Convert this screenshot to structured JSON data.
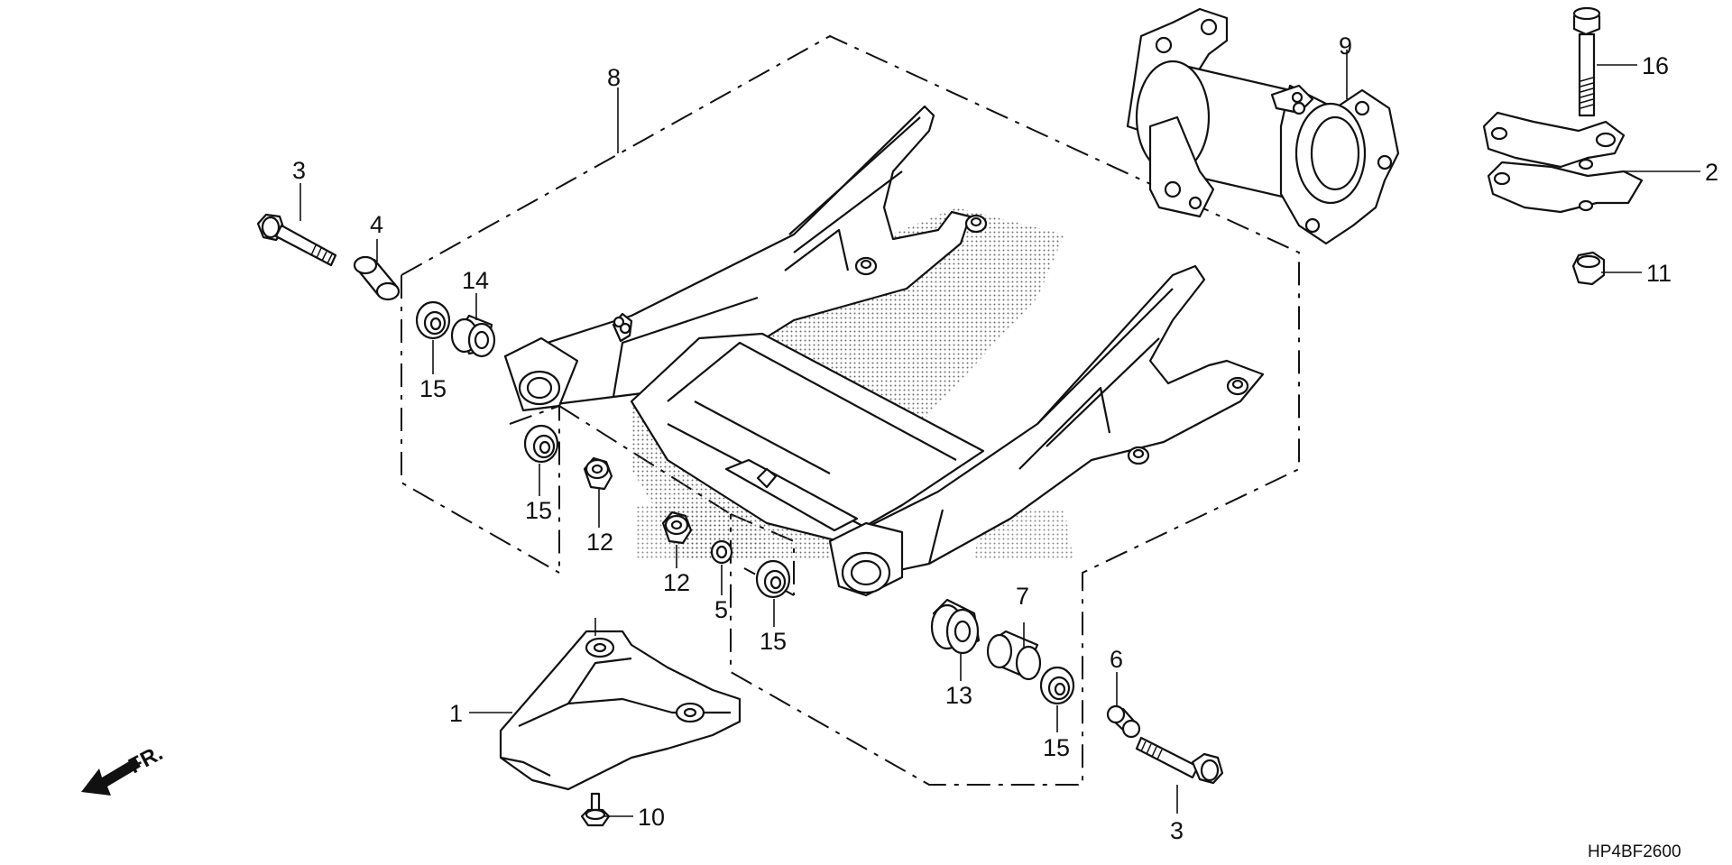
{
  "diagram_code": "HP4BF2600",
  "direction_label": "FR.",
  "callouts": {
    "c1": "1",
    "c2": "2",
    "c3a": "3",
    "c3b": "3",
    "c4": "4",
    "c5": "5",
    "c6": "6",
    "c7": "7",
    "c8": "8",
    "c9": "9",
    "c10": "10",
    "c11": "11",
    "c12a": "12",
    "c12b": "12",
    "c13": "13",
    "c14": "14",
    "c15a": "15",
    "c15b": "15",
    "c15c": "15",
    "c15d": "15",
    "c16": "16"
  }
}
